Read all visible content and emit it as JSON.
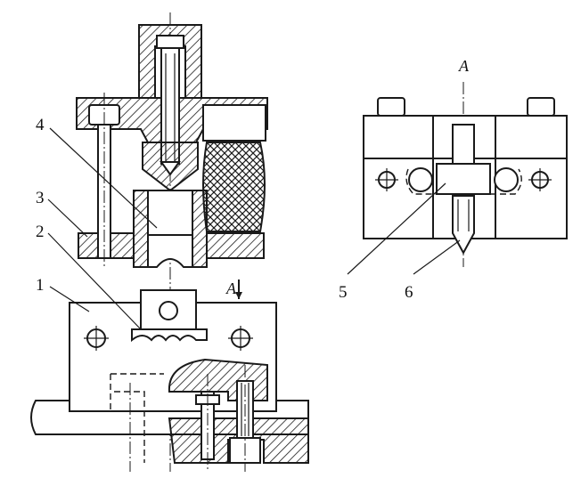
{
  "labels": {
    "part_1": "1",
    "part_2": "2",
    "part_3": "3",
    "part_4": "4",
    "part_5": "5",
    "part_6": "6"
  },
  "view": {
    "section_mark": "A",
    "view_title": "A"
  }
}
